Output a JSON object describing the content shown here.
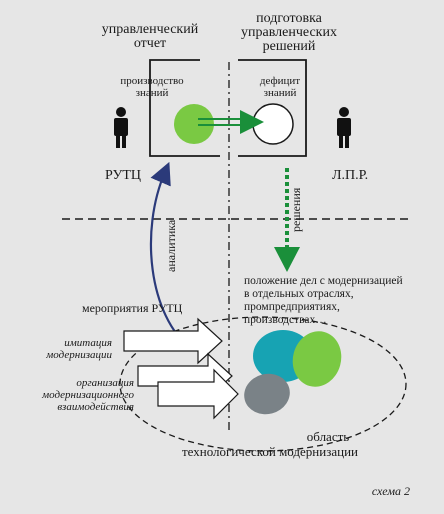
{
  "labels": {
    "report_title_1": "управленческий",
    "report_title_2": "отчет",
    "prep_title_1": "подготовка",
    "prep_title_2": "управленческих",
    "prep_title_3": "решений",
    "production_1": "производство",
    "production_2": "знаний",
    "deficit_1": "дефицит",
    "deficit_2": "знаний",
    "left_person": "РУТЦ",
    "right_person": "Л.П.Р.",
    "analytics": "аналитика",
    "decisions": "решения",
    "situation_1": "положение дел с модернизацией",
    "situation_2": "в отдельных отраслях,",
    "situation_3": "промпредприятиях,",
    "situation_4": "производствах…",
    "measures": "мероприятия РУТЦ",
    "arrow1_1": "имитация",
    "arrow1_2": "модернизации",
    "arrow2_1": "организация",
    "arrow2_2": "модернизационного",
    "arrow2_3": "взаимодействия",
    "area_1": "область",
    "area_2": "технологической модернизации",
    "scheme": "схема 2"
  },
  "colors": {
    "background": "#e6e6e6",
    "green_circle": "#7ac943",
    "green_arrow": "#1a8f3a",
    "teal_blob": "#17a3b3",
    "gray_blob": "#7a8287",
    "analytics_arrow": "#2b3a7a",
    "line": "#1a1a1a"
  },
  "icons": [
    "person-icon-left",
    "person-icon-right"
  ]
}
